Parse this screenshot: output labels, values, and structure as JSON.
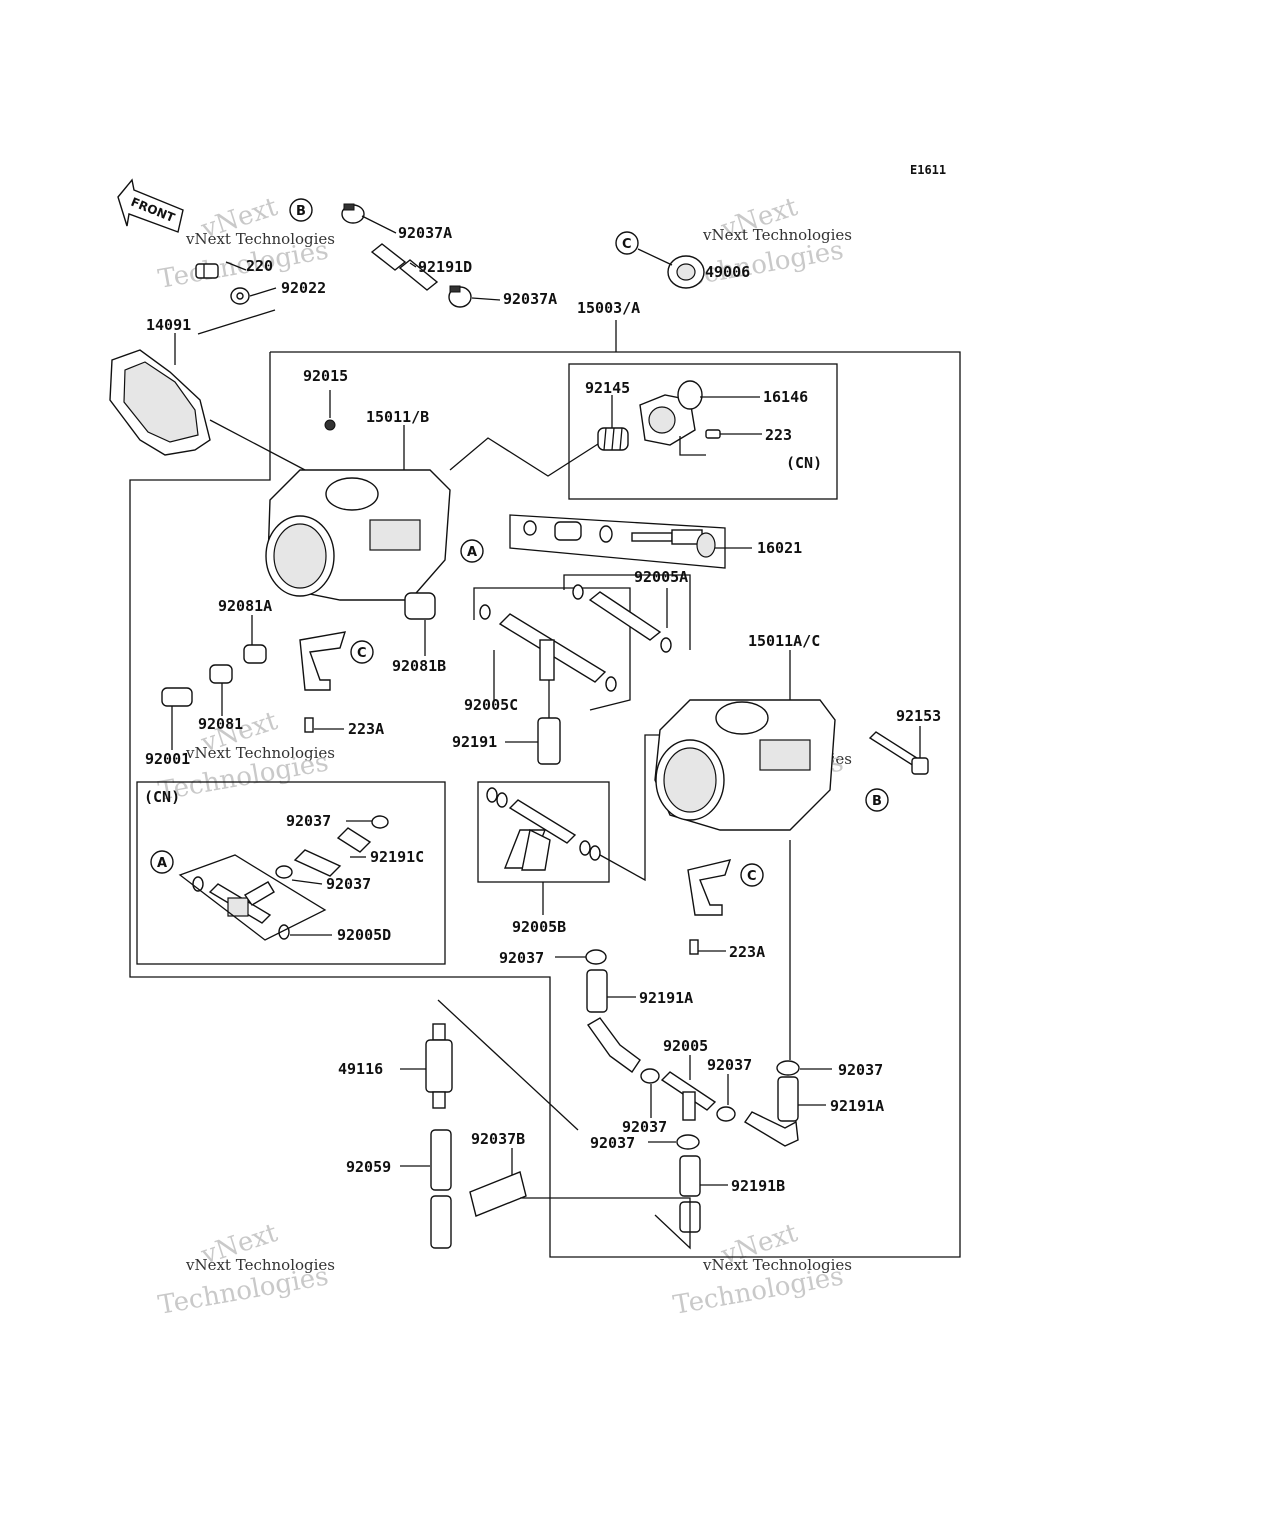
{
  "diagram_code": "E1611",
  "front_label": "FRONT",
  "section_labels": {
    "cn_top": "(CN)",
    "cn_left": "(CN)"
  },
  "callouts": [
    "A",
    "B",
    "C"
  ],
  "watermark": {
    "brand": "vNext",
    "company": "vNext Technologies",
    "word": "Technologies"
  },
  "part_labels": [
    {
      "id": "p92037A_1",
      "text": "92037A"
    },
    {
      "id": "p220",
      "text": "220"
    },
    {
      "id": "p92191D",
      "text": "92191D"
    },
    {
      "id": "p92022",
      "text": "92022"
    },
    {
      "id": "p92037A_2",
      "text": "92037A"
    },
    {
      "id": "p49006",
      "text": "49006"
    },
    {
      "id": "p15003A",
      "text": "15003/A"
    },
    {
      "id": "p14091",
      "text": "14091"
    },
    {
      "id": "p92015",
      "text": "92015"
    },
    {
      "id": "p15011B",
      "text": "15011/B"
    },
    {
      "id": "p92145",
      "text": "92145"
    },
    {
      "id": "p16146",
      "text": "16146"
    },
    {
      "id": "p223",
      "text": "223"
    },
    {
      "id": "p16021",
      "text": "16021"
    },
    {
      "id": "p92005A",
      "text": "92005A"
    },
    {
      "id": "p92081A",
      "text": "92081A"
    },
    {
      "id": "p15011AC",
      "text": "15011A/C"
    },
    {
      "id": "p92081B",
      "text": "92081B"
    },
    {
      "id": "p92081",
      "text": "92081"
    },
    {
      "id": "p223A_1",
      "text": "223A"
    },
    {
      "id": "p92005C",
      "text": "92005C"
    },
    {
      "id": "p92153",
      "text": "92153"
    },
    {
      "id": "p92001",
      "text": "92001"
    },
    {
      "id": "p92191",
      "text": "92191"
    },
    {
      "id": "p92037_a",
      "text": "92037"
    },
    {
      "id": "p92191C",
      "text": "92191C"
    },
    {
      "id": "p92037_b",
      "text": "92037"
    },
    {
      "id": "p92005D",
      "text": "92005D"
    },
    {
      "id": "p92005B",
      "text": "92005B"
    },
    {
      "id": "p223A_2",
      "text": "223A"
    },
    {
      "id": "p92037_c",
      "text": "92037"
    },
    {
      "id": "p92191A_1",
      "text": "92191A"
    },
    {
      "id": "p92005",
      "text": "92005"
    },
    {
      "id": "p92037_d",
      "text": "92037"
    },
    {
      "id": "p49116",
      "text": "49116"
    },
    {
      "id": "p92037_e",
      "text": "92037"
    },
    {
      "id": "p92191A_2",
      "text": "92191A"
    },
    {
      "id": "p92037_f",
      "text": "92037"
    },
    {
      "id": "p92037_g",
      "text": "92037"
    },
    {
      "id": "p92037B",
      "text": "92037B"
    },
    {
      "id": "p92059",
      "text": "92059"
    },
    {
      "id": "p92191B",
      "text": "92191B"
    }
  ]
}
